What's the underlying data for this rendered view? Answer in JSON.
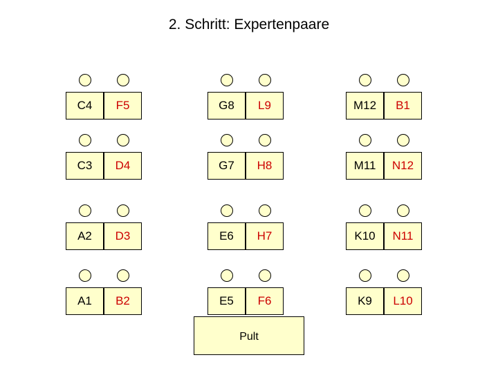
{
  "title": "2. Schritt: Expertenpaare",
  "colors": {
    "fill": "#ffffcc",
    "text_left": "#000000",
    "text_right": "#cc0000",
    "border": "#000000"
  },
  "groups": [
    {
      "rows": [
        {
          "left": "C4",
          "right": "F5"
        },
        {
          "left": "C3",
          "right": "D4"
        },
        {
          "left": "A2",
          "right": "D3"
        },
        {
          "left": "A1",
          "right": "B2"
        }
      ]
    },
    {
      "rows": [
        {
          "left": "G8",
          "right": "L9"
        },
        {
          "left": "G7",
          "right": "H8"
        },
        {
          "left": "E6",
          "right": "H7"
        },
        {
          "left": "E5",
          "right": "F6"
        }
      ]
    },
    {
      "rows": [
        {
          "left": "M12",
          "right": "B1"
        },
        {
          "left": "M11",
          "right": "N12"
        },
        {
          "left": "K10",
          "right": "N11"
        },
        {
          "left": "K9",
          "right": "L10"
        }
      ]
    }
  ],
  "pult": {
    "label": "Pult"
  }
}
